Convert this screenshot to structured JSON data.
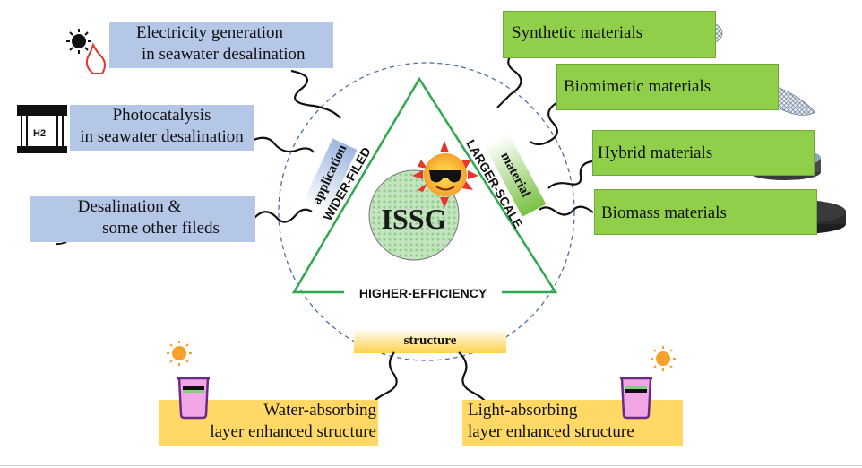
{
  "center_label": "ISSG",
  "triangle_labels": {
    "left": "WIDER-FILED",
    "right": "LARGER-SCALE",
    "bottom": "HIGHER-EFFICIENCY"
  },
  "ring_labels": {
    "application": "application",
    "material": "material",
    "structure": "structure"
  },
  "applications": [
    {
      "line1": "Electricity generation",
      "line2": "in seawater desalination"
    },
    {
      "line1": "Photocatalysis",
      "line2": "in seawater desalination"
    },
    {
      "line1": "Desalination &",
      "line2": "some other fileds"
    }
  ],
  "materials": [
    "Synthetic materials",
    "Biomimetic materials",
    "Hybrid materials",
    "Biomass materials"
  ],
  "structures": [
    {
      "line1": "Water-absorbing",
      "line2": "layer enhanced structure"
    },
    {
      "line1": "Light-absorbing",
      "line2": "layer enhanced structure"
    }
  ],
  "icon_text": {
    "h2": "H2"
  },
  "colors": {
    "application_box": "#b4c7e7",
    "material_box": "#8fcf4a",
    "structure_box": "#ffd866",
    "triangle": "#2fa84f",
    "circle_dash": "#4a6fa5"
  }
}
